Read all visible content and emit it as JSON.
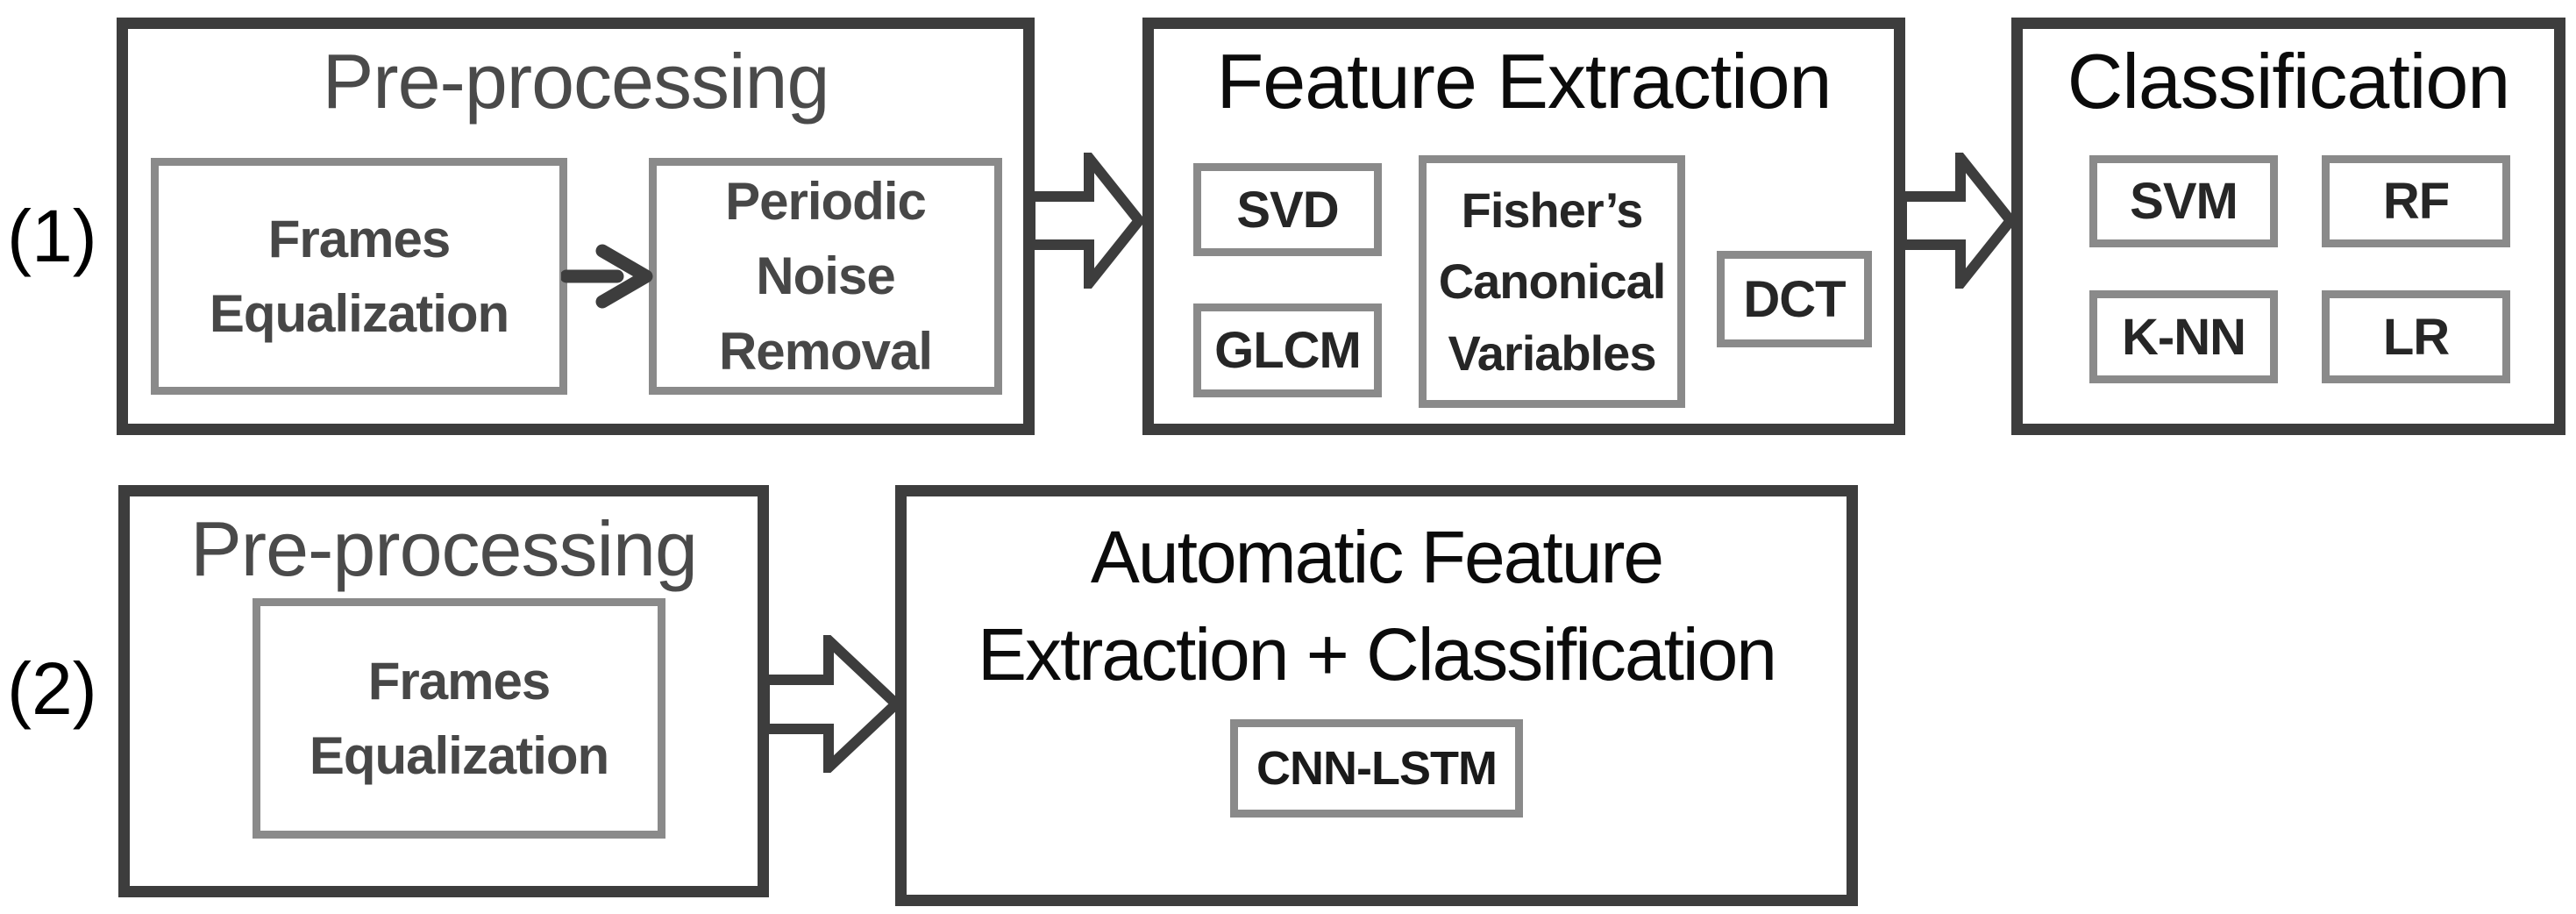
{
  "figure": {
    "description": "Two-pipeline block diagram: (1) classic machine-learning pipeline, (2) deep-learning pipeline",
    "colors": {
      "background": "#ffffff",
      "outer_border": "#3d3d3d",
      "inner_border": "#8a8a8a",
      "title_gray": "#4a4a4a",
      "title_black": "#0b0b0b",
      "inner_text": "#474747",
      "acronym_text": "#262626",
      "arrow": "#3d3d3d"
    }
  },
  "pipelines": [
    {
      "label": "(1)",
      "stages": [
        {
          "title": "Pre-processing",
          "items": [
            {
              "text": "Frames Equalization",
              "lines": [
                "Frames",
                "Equalization"
              ]
            },
            {
              "text": "Periodic Noise Removal",
              "lines": [
                "Periodic",
                "Noise",
                "Removal"
              ]
            }
          ]
        },
        {
          "title": "Feature Extraction",
          "items": [
            {
              "text": "SVD"
            },
            {
              "text": "GLCM"
            },
            {
              "text": "Fisher’s Canonical Variables",
              "lines": [
                "Fisher’s",
                "Canonical",
                "Variables"
              ]
            },
            {
              "text": "DCT"
            }
          ]
        },
        {
          "title": "Classification",
          "items": [
            {
              "text": "SVM"
            },
            {
              "text": "RF"
            },
            {
              "text": "K-NN"
            },
            {
              "text": "LR"
            }
          ]
        }
      ]
    },
    {
      "label": "(2)",
      "stages": [
        {
          "title": "Pre-processing",
          "items": [
            {
              "text": "Frames Equalization",
              "lines": [
                "Frames",
                "Equalization"
              ]
            }
          ]
        },
        {
          "title": "Automatic Feature Extraction + Classification",
          "title_lines": [
            "Automatic Feature",
            "Extraction + Classification"
          ],
          "items": [
            {
              "text": "CNN-LSTM"
            }
          ]
        }
      ]
    }
  ]
}
